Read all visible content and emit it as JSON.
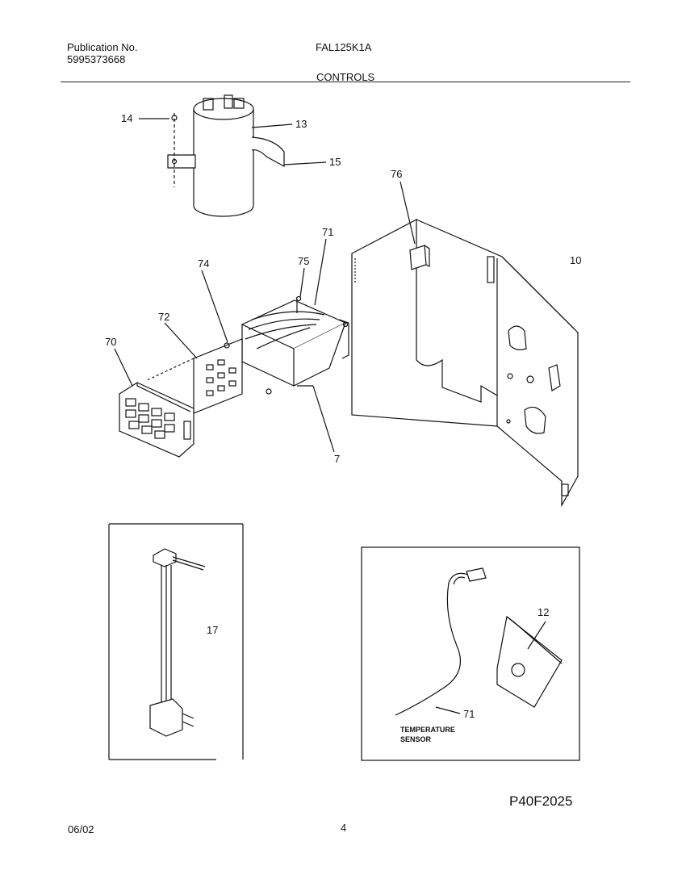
{
  "header": {
    "publication_label": "Publication No.",
    "publication_number": "5995373668",
    "model": "FAL125K1A",
    "section_title": "CONTROLS"
  },
  "callouts": {
    "c14": "14",
    "c13": "13",
    "c15": "15",
    "c76": "76",
    "c71_top": "71",
    "c10": "10",
    "c74": "74",
    "c75": "75",
    "c72": "72",
    "c70": "70",
    "c7": "7",
    "c17": "17",
    "c12": "12",
    "c71_inset": "71"
  },
  "inset_text": {
    "line1": "TEMPERATURE",
    "line2": "SENSOR"
  },
  "footer": {
    "figure_code": "P40F2025",
    "date": "06/02",
    "page_number": "4"
  }
}
